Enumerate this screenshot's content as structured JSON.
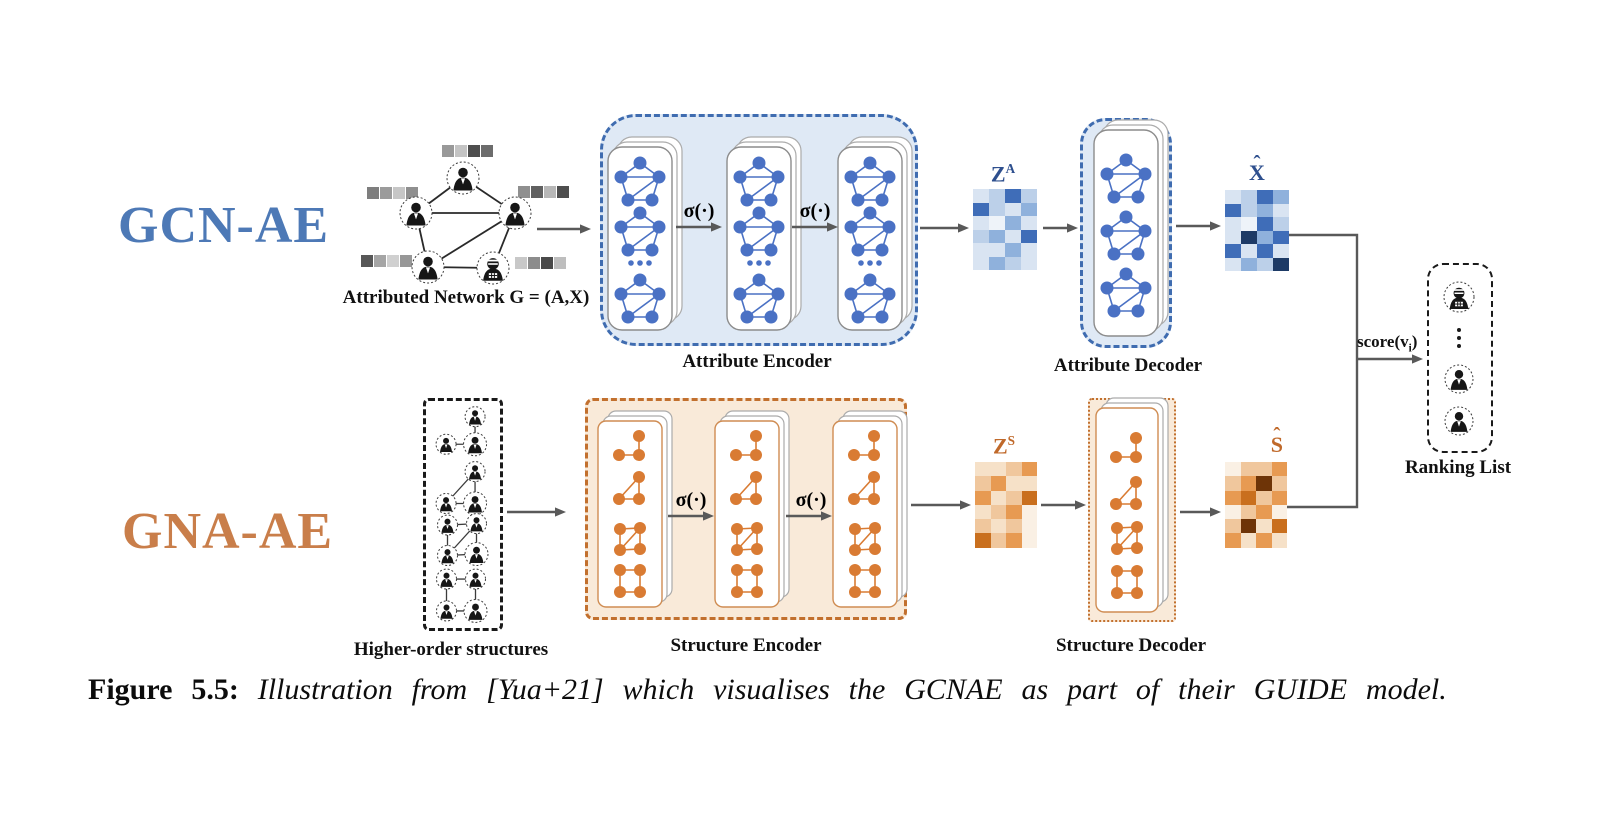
{
  "titles": {
    "top": "GCN-AE",
    "bottom": "GNA-AE"
  },
  "labels": {
    "attributed_network": "Attributed Network G = (A,X)",
    "attribute_encoder": "Attribute Encoder",
    "attribute_decoder": "Attribute Decoder",
    "higher_order": "Higher-order structures",
    "structure_encoder": "Structure Encoder",
    "structure_decoder": "Structure Decoder",
    "ranking_list": "Ranking List",
    "sigma": "σ(·)",
    "score_prefix": "score(v",
    "score_sub": "i",
    "score_suffix": ")",
    "za_base": "Z",
    "za_sup": "A",
    "zs_base": "Z",
    "zs_sup": "S",
    "xhat_base": "X",
    "shat_base": "S",
    "hat": "ˆ"
  },
  "colors": {
    "blue_accent": "#3f6cb0",
    "blue_node": "#4a71c4",
    "blue_fill": "#dfe9f5",
    "blue_title": "#4d79b6",
    "blue_matrix_label": "#2e4f8e",
    "orange_accent": "#c2702e",
    "orange_node": "#d97b33",
    "orange_fill": "#f9ead9",
    "orange_title": "#c97e4a",
    "orange_matrix_label": "#c0692a",
    "arrow": "#595959",
    "edge": "#2a2a2a",
    "card_stroke_blue": "#8c8c8c",
    "card_stroke_orange": "#cf8c52"
  },
  "heatmaps": {
    "palette": {
      "b0": "#eef3f9",
      "b1": "#d9e4f2",
      "b2": "#bcd0e9",
      "b3": "#8fb1dc",
      "b4": "#3f6db8",
      "b5": "#1d3a66",
      "o0": "#faf0e4",
      "o1": "#f6e1c8",
      "o2": "#f0c79d",
      "o3": "#e79a52",
      "o4": "#c96f1e",
      "o5": "#6e3407"
    },
    "za": [
      [
        "b1",
        "b2",
        "b4",
        "b2"
      ],
      [
        "b4",
        "b2",
        "b1",
        "b3"
      ],
      [
        "b1",
        "b0",
        "b3",
        "b1"
      ],
      [
        "b2",
        "b3",
        "b1",
        "b4"
      ],
      [
        "b1",
        "b1",
        "b3",
        "b1"
      ],
      [
        "b1",
        "b3",
        "b2",
        "b1"
      ]
    ],
    "xhat": [
      [
        "b1",
        "b2",
        "b4",
        "b3"
      ],
      [
        "b4",
        "b2",
        "b3",
        "b1"
      ],
      [
        "b1",
        "b0",
        "b4",
        "b2"
      ],
      [
        "b1",
        "b5",
        "b3",
        "b4"
      ],
      [
        "b4",
        "b1",
        "b4",
        "b1"
      ],
      [
        "b1",
        "b3",
        "b2",
        "b5"
      ]
    ],
    "zs": [
      [
        "o1",
        "o1",
        "o2",
        "o3"
      ],
      [
        "o2",
        "o3",
        "o1",
        "o1"
      ],
      [
        "o3",
        "o1",
        "o2",
        "o4"
      ],
      [
        "o1",
        "o2",
        "o3",
        "o0"
      ],
      [
        "o2",
        "o1",
        "o2",
        "o0"
      ],
      [
        "o4",
        "o2",
        "o3",
        "o0"
      ]
    ],
    "shat": [
      [
        "o0",
        "o2",
        "o2",
        "o3"
      ],
      [
        "o2",
        "o3",
        "o5",
        "o2"
      ],
      [
        "o3",
        "o4",
        "o2",
        "o3"
      ],
      [
        "o0",
        "o2",
        "o3",
        "o0"
      ],
      [
        "o2",
        "o5",
        "o1",
        "o4"
      ],
      [
        "o3",
        "o1",
        "o3",
        "o1"
      ]
    ]
  },
  "attribute_bars": {
    "top": [
      "#999999",
      "#c4c4c4",
      "#4e4e4e",
      "#6c6c6c"
    ],
    "left": [
      "#7e7e7e",
      "#9b9b9b",
      "#c6c6c6",
      "#8f8f8f"
    ],
    "bottom_left": [
      "#575757",
      "#a5a5a5",
      "#d0d0d0",
      "#979797"
    ],
    "right": [
      "#8f8f8f",
      "#606060",
      "#b7b7b7",
      "#4e4e4e"
    ],
    "anomaly": [
      "#c8c8c8",
      "#8c8c8c",
      "#4a4a4a",
      "#bebebe"
    ]
  },
  "caption": {
    "figure_label": "Figure 5.5:",
    "text": "Illustration from [Yua+21] which visualises the GCNAE as part of their GUIDE model."
  }
}
